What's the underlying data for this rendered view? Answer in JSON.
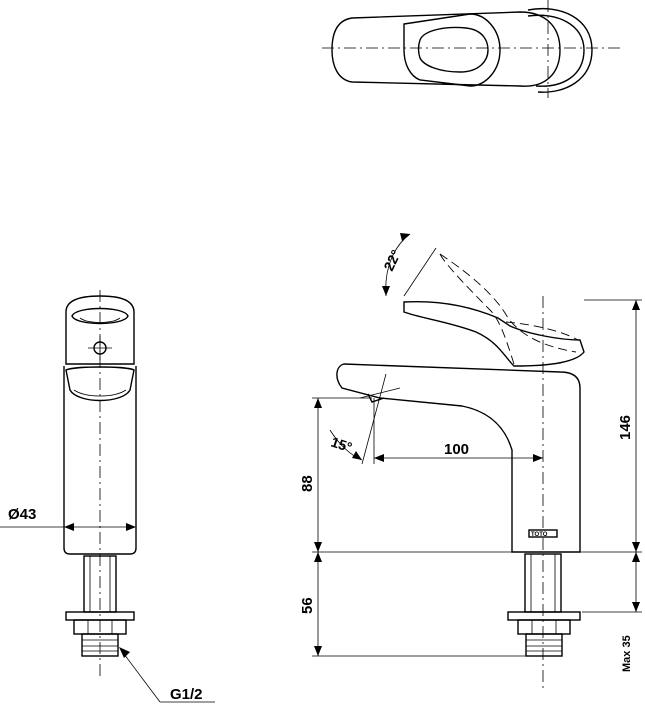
{
  "dimensions": {
    "diameter": "Ø43",
    "thread": "G1/2",
    "height_total": "146",
    "height_spout": "88",
    "shank_length": "56",
    "max_thickness": "Max 35",
    "spout_reach": "100",
    "lever_angle": "22°",
    "spout_angle": "15°"
  },
  "marking": "TOTO"
}
